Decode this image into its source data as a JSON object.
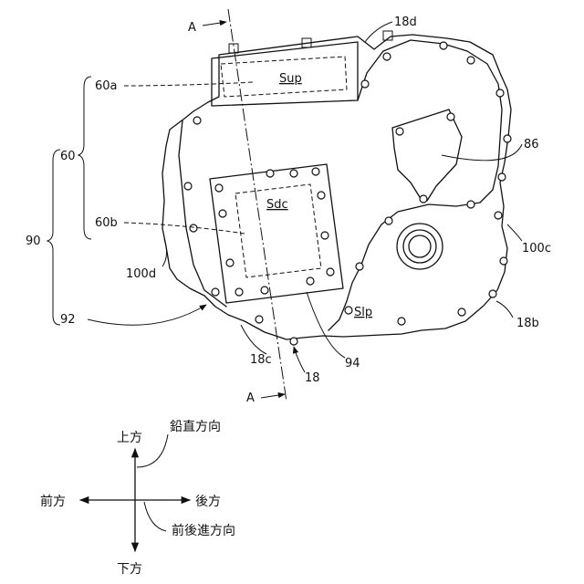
{
  "labels": {
    "section_top": "A",
    "section_bottom": "A",
    "ref_18d": "18d",
    "ref_60a": "60a",
    "ref_60": "60",
    "ref_90": "90",
    "ref_60b": "60b",
    "ref_100d": "100d",
    "ref_92": "92",
    "ref_86": "86",
    "ref_100c": "100c",
    "ref_18b": "18b",
    "ref_18c": "18c",
    "ref_18": "18",
    "ref_94": "94",
    "region_sup": "Sup",
    "region_sdc": "Sdc",
    "region_slp": "Slp"
  },
  "legend": {
    "up": "上方",
    "down": "下方",
    "front": "前方",
    "rear": "後方",
    "vertical": "鉛直方向",
    "front_rear": "前後進方向"
  }
}
